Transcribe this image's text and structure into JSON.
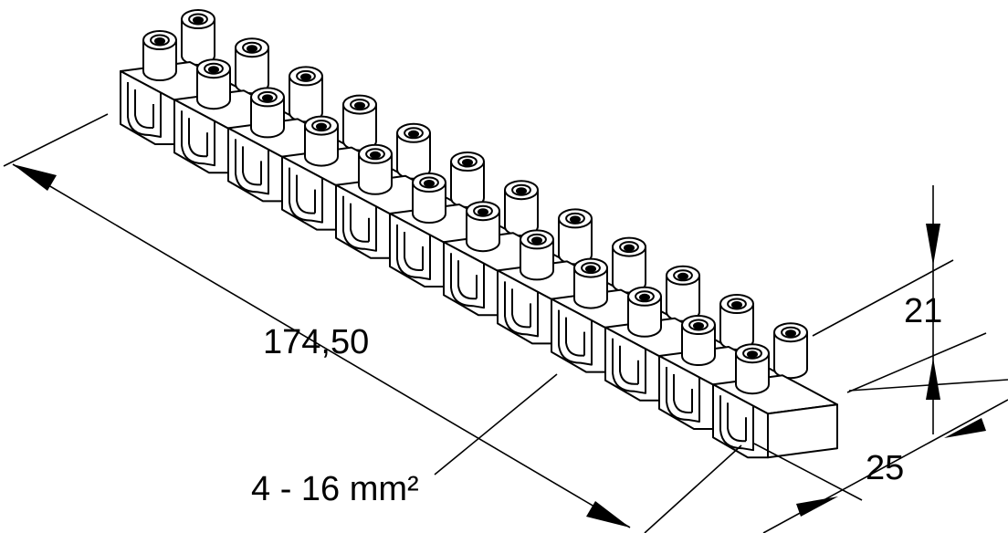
{
  "labels": {
    "length": "174,50",
    "cross_section": "4 - 16 mm²",
    "height": "21",
    "depth": "25"
  },
  "colors": {
    "stroke": "#000000",
    "fill": "#ffffff"
  },
  "terminal_count": 12
}
